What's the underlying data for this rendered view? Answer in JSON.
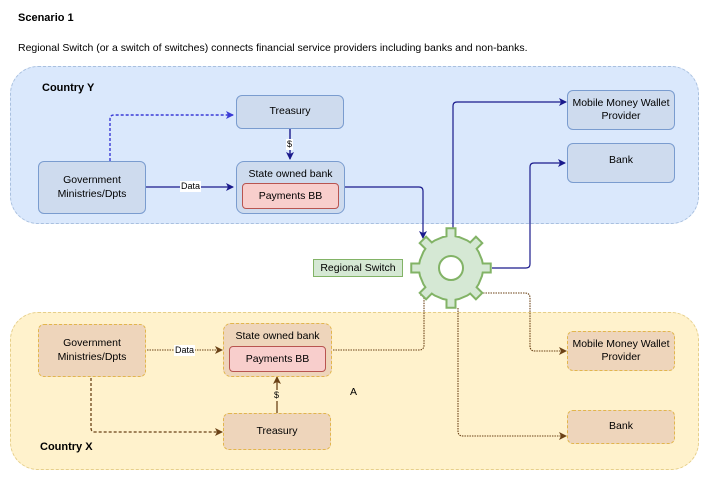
{
  "header": {
    "title": "Scenario 1",
    "subtitle": "Regional Switch (or a switch of switches) connects financial service providers including banks and non-banks."
  },
  "country_y": {
    "label": "Country  Y",
    "gov": "Government Ministries/Dpts",
    "treasury": "Treasury",
    "state_bank": "State owned bank",
    "payments_bb": "Payments BB",
    "mobile_wallet": "Mobile Money Wallet Provider",
    "bank": "Bank",
    "edge_data": "Data",
    "edge_money": "$"
  },
  "country_x": {
    "label": "Country X",
    "gov": "Government Ministries/Dpts",
    "treasury": "Treasury",
    "state_bank": "State owned bank",
    "payments_bb": "Payments BB",
    "mobile_wallet": "Mobile Money Wallet Provider",
    "bank": "Bank",
    "edge_data": "Data",
    "edge_money": "$",
    "annotation": "A"
  },
  "switch": {
    "label": "Regional Switch",
    "icon": "gear-icon"
  },
  "colors": {
    "country_y_fill": "#dae8fc",
    "country_x_fill": "#fff2cc",
    "node_y_fill": "#cedbee",
    "node_x_fill": "#eed5bb",
    "payments_fill": "#f8cecc",
    "switch_fill": "#d5e8d4",
    "edge_y": "#1a1a8c",
    "edge_y_dashed": "#3b3bd6",
    "edge_x": "#6b4216"
  }
}
